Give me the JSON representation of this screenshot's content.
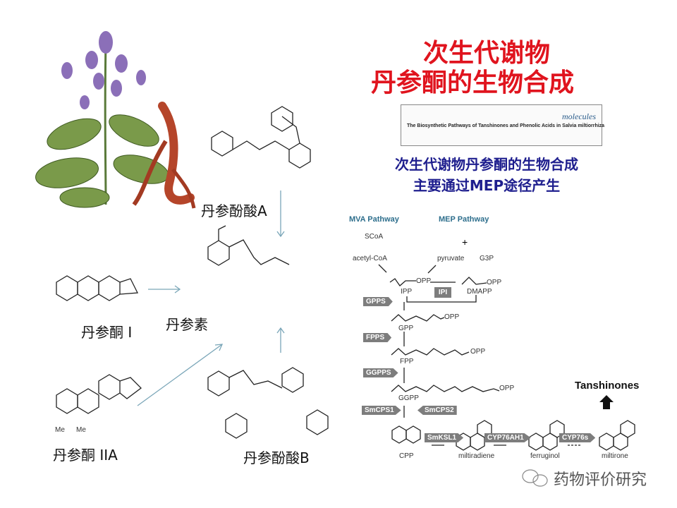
{
  "title": {
    "line1": "次生代谢物",
    "line2": "丹参酮的生物合成"
  },
  "paper": {
    "journal": "molecules",
    "title": "The Biosynthetic Pathways of Tanshinones and Phenolic Acids in Salvia miltiorrhiza"
  },
  "subtitle": {
    "line1": "次生代谢物丹参酮的生物合成",
    "line2": "主要通过MEP途径产生"
  },
  "compounds": {
    "sal_a": "丹参酚酸A",
    "tanshinone_i": "丹参酮 I",
    "danshensu": "丹参素",
    "tanshinone_iia": "丹参酮 IIA",
    "sal_b": "丹参酚酸B",
    "me1": "Me",
    "me2": "Me"
  },
  "pathway": {
    "mva": "MVA Pathway",
    "mep": "MEP Pathway",
    "acetyl_coa": "acetyl-CoA",
    "scoa": "SCoA",
    "pyruvate": "pyruvate",
    "g3p": "G3P",
    "plus": "+",
    "ipp": "IPP",
    "ipi": "IPI",
    "dmapp": "DMAPP",
    "opp": "OPP",
    "gpps": "GPPS",
    "gpp": "GPP",
    "fpps": "FPPS",
    "fpp": "FPP",
    "ggpps": "GGPPS",
    "ggpp": "GGPP",
    "smcps1": "SmCPS1",
    "smcps2": "SmCPS2",
    "cpp": "CPP",
    "smksl1": "SmKSL1",
    "miltiradiene": "miltiradiene",
    "cyp76ah1": "CYP76AH1",
    "ferruginol": "ferruginol",
    "cyp76s": "CYP76s",
    "miltirone": "miltirone",
    "tanshinones": "Tanshinones"
  },
  "watermark": "药物评价研究",
  "colors": {
    "title": "#e0141e",
    "subtitle": "#1e1e8e",
    "tag": "#7d7d7d",
    "arrow_teal": "#7aa6b8"
  }
}
